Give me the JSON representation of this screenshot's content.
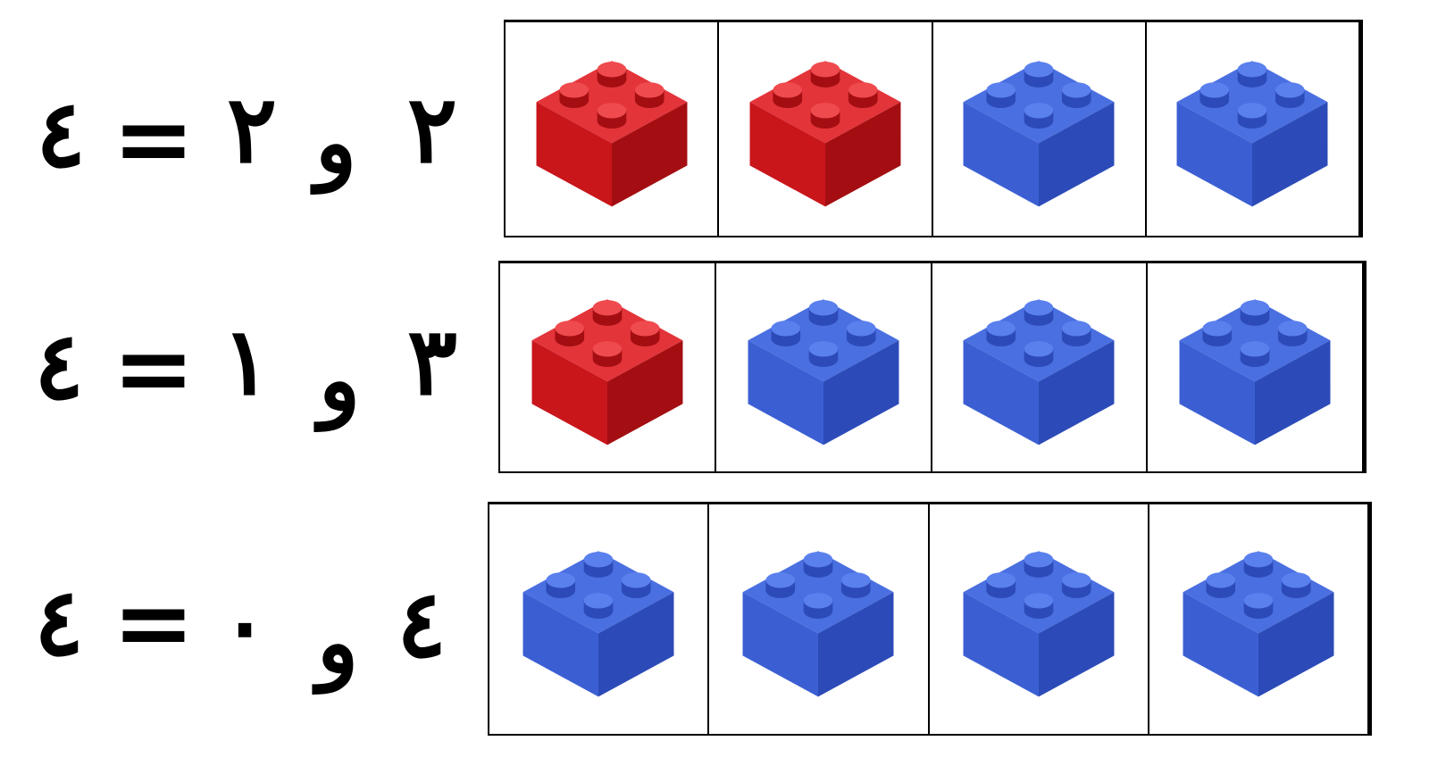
{
  "colors": {
    "red_top": "#e3343a",
    "red_left": "#c8161b",
    "red_right": "#a40e12",
    "red_stud": "#ef4a4e",
    "blue_top": "#4a6fe0",
    "blue_left": "#3b5fd3",
    "blue_right": "#2c4bb8",
    "blue_stud": "#5a80ee"
  },
  "rows": [
    {
      "equation": {
        "left": "٢",
        "and": "و",
        "right": "٢",
        "equals": "=",
        "total": "٤"
      },
      "bricks": [
        "red",
        "red",
        "blue",
        "blue"
      ]
    },
    {
      "equation": {
        "left": "٣",
        "and": "و",
        "right": "١",
        "equals": "=",
        "total": "٤"
      },
      "bricks": [
        "red",
        "blue",
        "blue",
        "blue"
      ]
    },
    {
      "equation": {
        "left": "٤",
        "and": "و",
        "right": "٠",
        "equals": "=",
        "total": "٤"
      },
      "bricks": [
        "blue",
        "blue",
        "blue",
        "blue"
      ]
    }
  ]
}
